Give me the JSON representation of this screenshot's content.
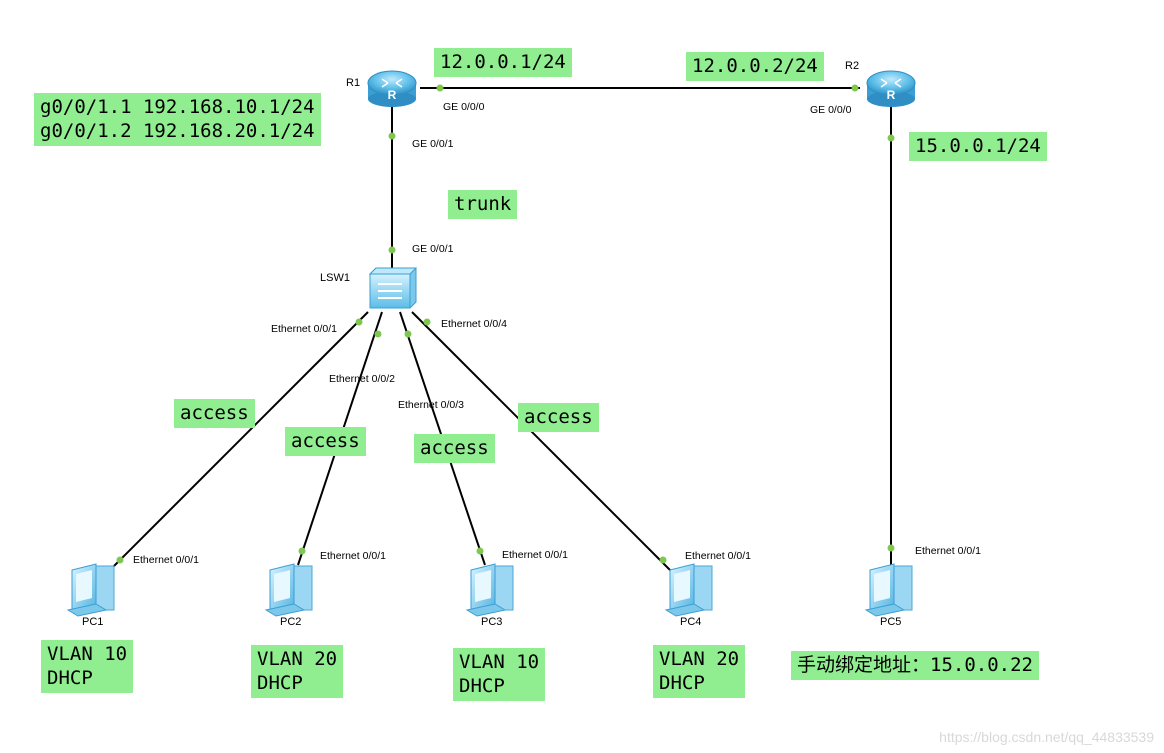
{
  "devices": {
    "r1": "R1",
    "r2": "R2",
    "lsw1": "LSW1",
    "pc1": "PC1",
    "pc2": "PC2",
    "pc3": "PC3",
    "pc4": "PC4",
    "pc5": "PC5"
  },
  "ports": {
    "r1_ge000": "GE 0/0/0",
    "r1_ge001": "GE 0/0/1",
    "r2_ge000": "GE 0/0/0",
    "lsw1_ge001": "GE 0/0/1",
    "lsw1_e001": "Ethernet 0/0/1",
    "lsw1_e002": "Ethernet 0/0/2",
    "lsw1_e003": "Ethernet 0/0/3",
    "lsw1_e004": "Ethernet 0/0/4",
    "pc1_e001": "Ethernet 0/0/1",
    "pc2_e001": "Ethernet 0/0/1",
    "pc3_e001": "Ethernet 0/0/1",
    "pc4_e001": "Ethernet 0/0/1",
    "pc5_e001": "Ethernet 0/0/1"
  },
  "notes": {
    "r1_ip": "12.0.0.1/24",
    "r2_ip": "12.0.0.2/24",
    "r2_pc5_ip": "15.0.0.1/24",
    "r1_subifs": "g0/0/1.1 192.168.10.1/24\ng0/0/1.2 192.168.20.1/24",
    "trunk": "trunk",
    "access1": "access",
    "access2": "access",
    "access3": "access",
    "access4": "access",
    "pc1_info": "VLAN 10\nDHCP",
    "pc2_info": "VLAN 20\nDHCP",
    "pc3_info": "VLAN 10\nDHCP",
    "pc4_info": "VLAN 20\nDHCP",
    "pc5_info": "手动绑定地址：15.0.0.22"
  },
  "watermark": "https://blog.csdn.net/qq_44833539",
  "colors": {
    "note_bg": "#90ee90",
    "port_dot": "#7ec850",
    "link": "#000000",
    "device_blue": "#5bbde8"
  }
}
